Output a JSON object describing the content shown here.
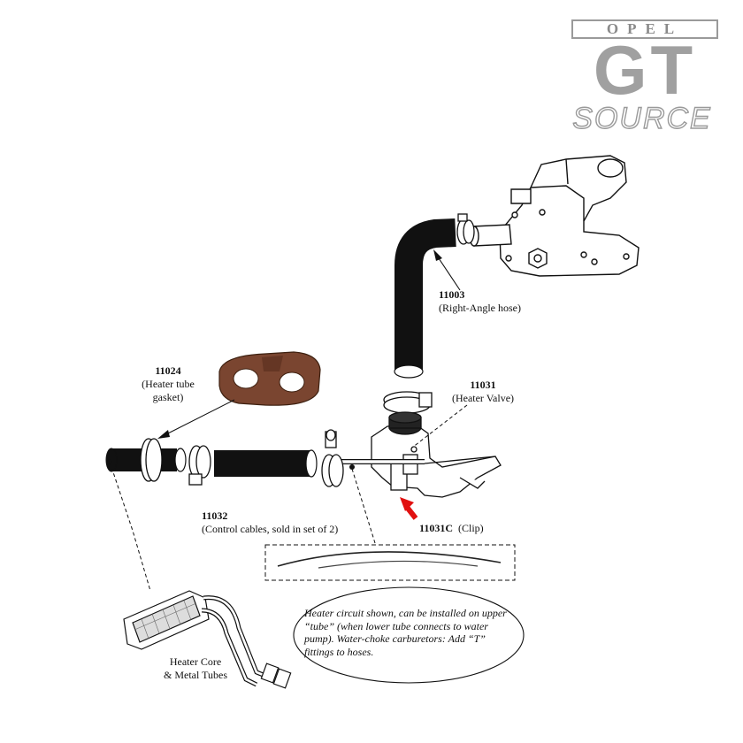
{
  "logo": {
    "line1": "OPEL",
    "line2": "GT",
    "line3": "SOURCE"
  },
  "parts": {
    "right_angle_hose": {
      "number": "11003",
      "description": "(Right-Angle hose)"
    },
    "heater_valve": {
      "number": "11031",
      "description": "(Heater Valve)"
    },
    "heater_tube_gasket": {
      "number": "11024",
      "description_line1": "(Heater tube",
      "description_line2": "gasket)"
    },
    "control_cables": {
      "number": "11032",
      "description": "(Control cables, sold in set of 2)"
    },
    "clip": {
      "number": "11031C",
      "description": "(Clip)"
    },
    "heater_core": {
      "line1": "Heater Core",
      "line2": "& Metal Tubes"
    }
  },
  "note": "Heater circuit shown, can be installed on upper “tube” (when lower tube connects to water pump). Water-choke carburetors: Add “T” fittings to hoses.",
  "colors": {
    "hose": "#111111",
    "gasket": "#7a4530",
    "arrow": "#e11010",
    "logo": "#9a9a9a"
  }
}
